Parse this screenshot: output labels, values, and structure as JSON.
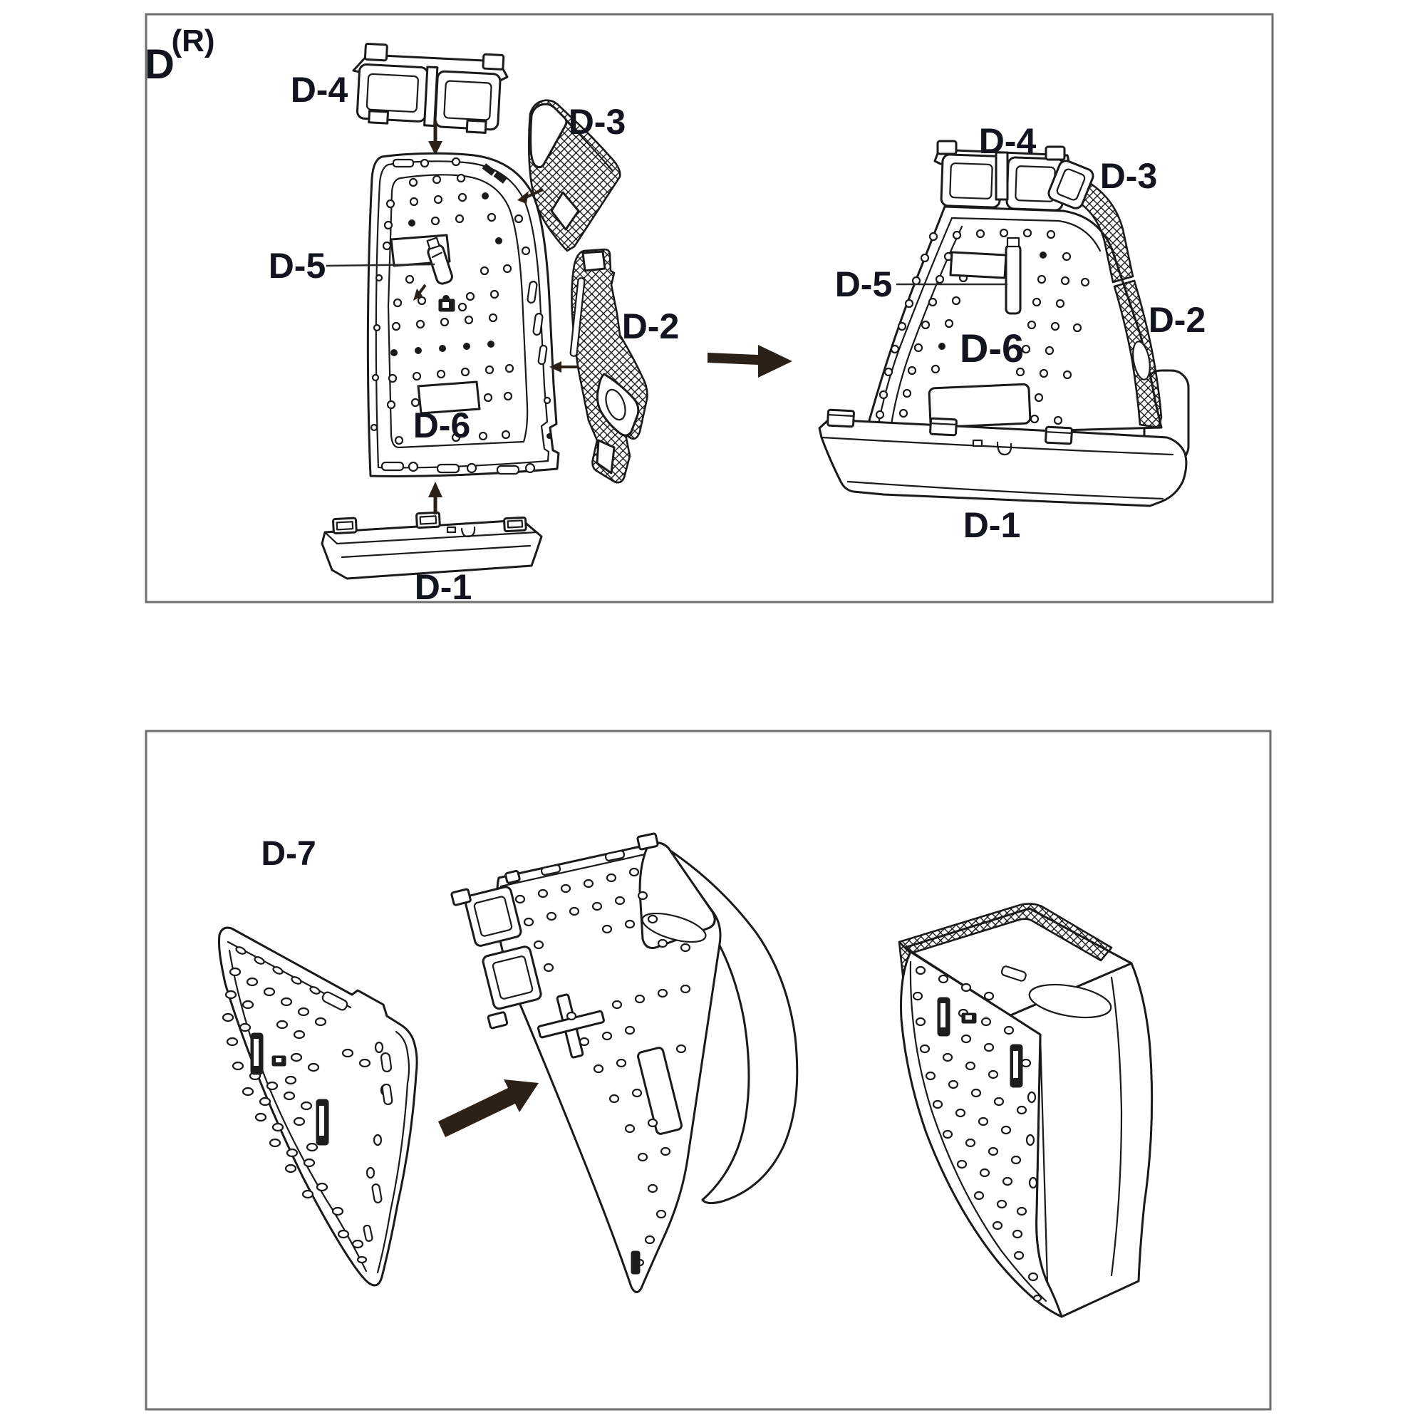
{
  "page": {
    "background": "#ffffff",
    "line_color": "#1a1a1a",
    "label_color": "#121420",
    "arrow_color": "#2b2118",
    "border_color": "#6e6e6e"
  },
  "step1": {
    "variant_base": "D",
    "variant_sup": "(R)",
    "exploded": {
      "d4": "D-4",
      "d3": "D-3",
      "d5": "D-5",
      "d2": "D-2",
      "d6": "D-6",
      "d1": "D-1"
    },
    "assembled": {
      "d4": "D-4",
      "d3": "D-3",
      "d5": "D-5",
      "d6": "D-6",
      "d2": "D-2",
      "d1": "D-1"
    }
  },
  "step2": {
    "d7": "D-7"
  }
}
